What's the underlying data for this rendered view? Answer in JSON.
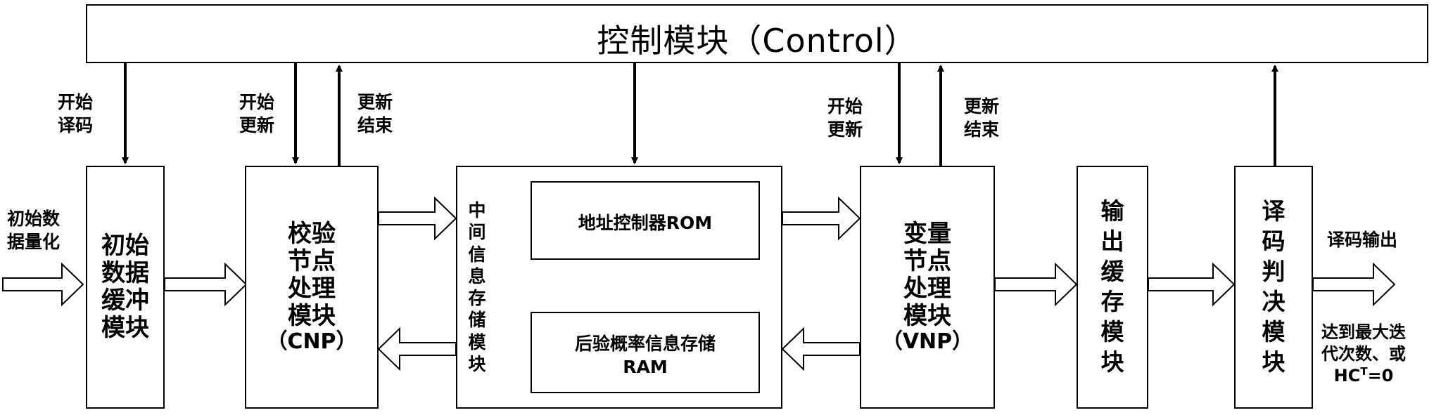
{
  "control": {
    "title": "控制模块（Control）"
  },
  "blocks": {
    "init_buffer": [
      "初始",
      "数据",
      "缓冲",
      "模块"
    ],
    "cnp": [
      "校验",
      "节点",
      "处理",
      "模块",
      "（CNP）"
    ],
    "intermediate": [
      "中",
      "间",
      "信",
      "息",
      "存",
      "储",
      "模",
      "块"
    ],
    "addr_rom": "地址控制器ROM",
    "post_ram_1": "后验概率信息存储",
    "post_ram_2": "RAM",
    "vnp": [
      "变量",
      "节点",
      "处理",
      "模块",
      "（VNP）"
    ],
    "output_buffer": [
      "输",
      "出",
      "缓",
      "存",
      "模",
      "块"
    ],
    "decision": [
      "译",
      "码",
      "判",
      "决",
      "模",
      "块"
    ]
  },
  "labels": {
    "start_decode": [
      "开始",
      "译码"
    ],
    "cnp_start_update": [
      "开始",
      "更新"
    ],
    "cnp_update_end": [
      "更新",
      "结束"
    ],
    "vnp_start_update": [
      "开始",
      "更新"
    ],
    "vnp_update_end": [
      "更新",
      "结束"
    ],
    "input_quant": [
      "初始数",
      "据量化"
    ],
    "decode_output": "译码输出",
    "stop_cond_1": "达到最大迭",
    "stop_cond_2": "代次数、或",
    "stop_cond_3_base": "HC",
    "stop_cond_3_sup": "T",
    "stop_cond_3_tail": "=0"
  }
}
